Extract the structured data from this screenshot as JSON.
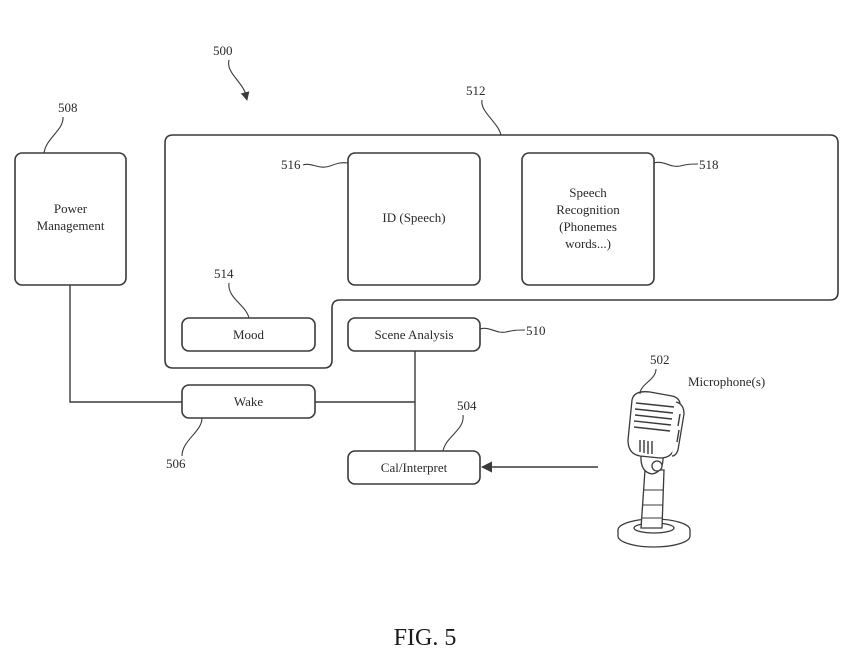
{
  "figure": {
    "caption": "FIG. 5",
    "system_ref": "500"
  },
  "blocks": {
    "power_management": {
      "ref": "508",
      "lines": [
        "Power",
        "Management"
      ]
    },
    "group": {
      "ref": "512"
    },
    "id_speech": {
      "ref": "516",
      "label": "ID (Speech)"
    },
    "speech_recognition": {
      "ref": "518",
      "lines": [
        "Speech",
        "Recognition",
        "(Phonemes",
        "words...)"
      ]
    },
    "mood": {
      "ref": "514",
      "label": "Mood"
    },
    "scene_analysis": {
      "ref": "510",
      "label": "Scene Analysis"
    },
    "wake": {
      "ref": "506",
      "label": "Wake"
    },
    "cal_interpret": {
      "ref": "504",
      "label": "Cal/Interpret"
    },
    "microphone": {
      "ref": "502",
      "label": "Microphone(s)"
    }
  }
}
